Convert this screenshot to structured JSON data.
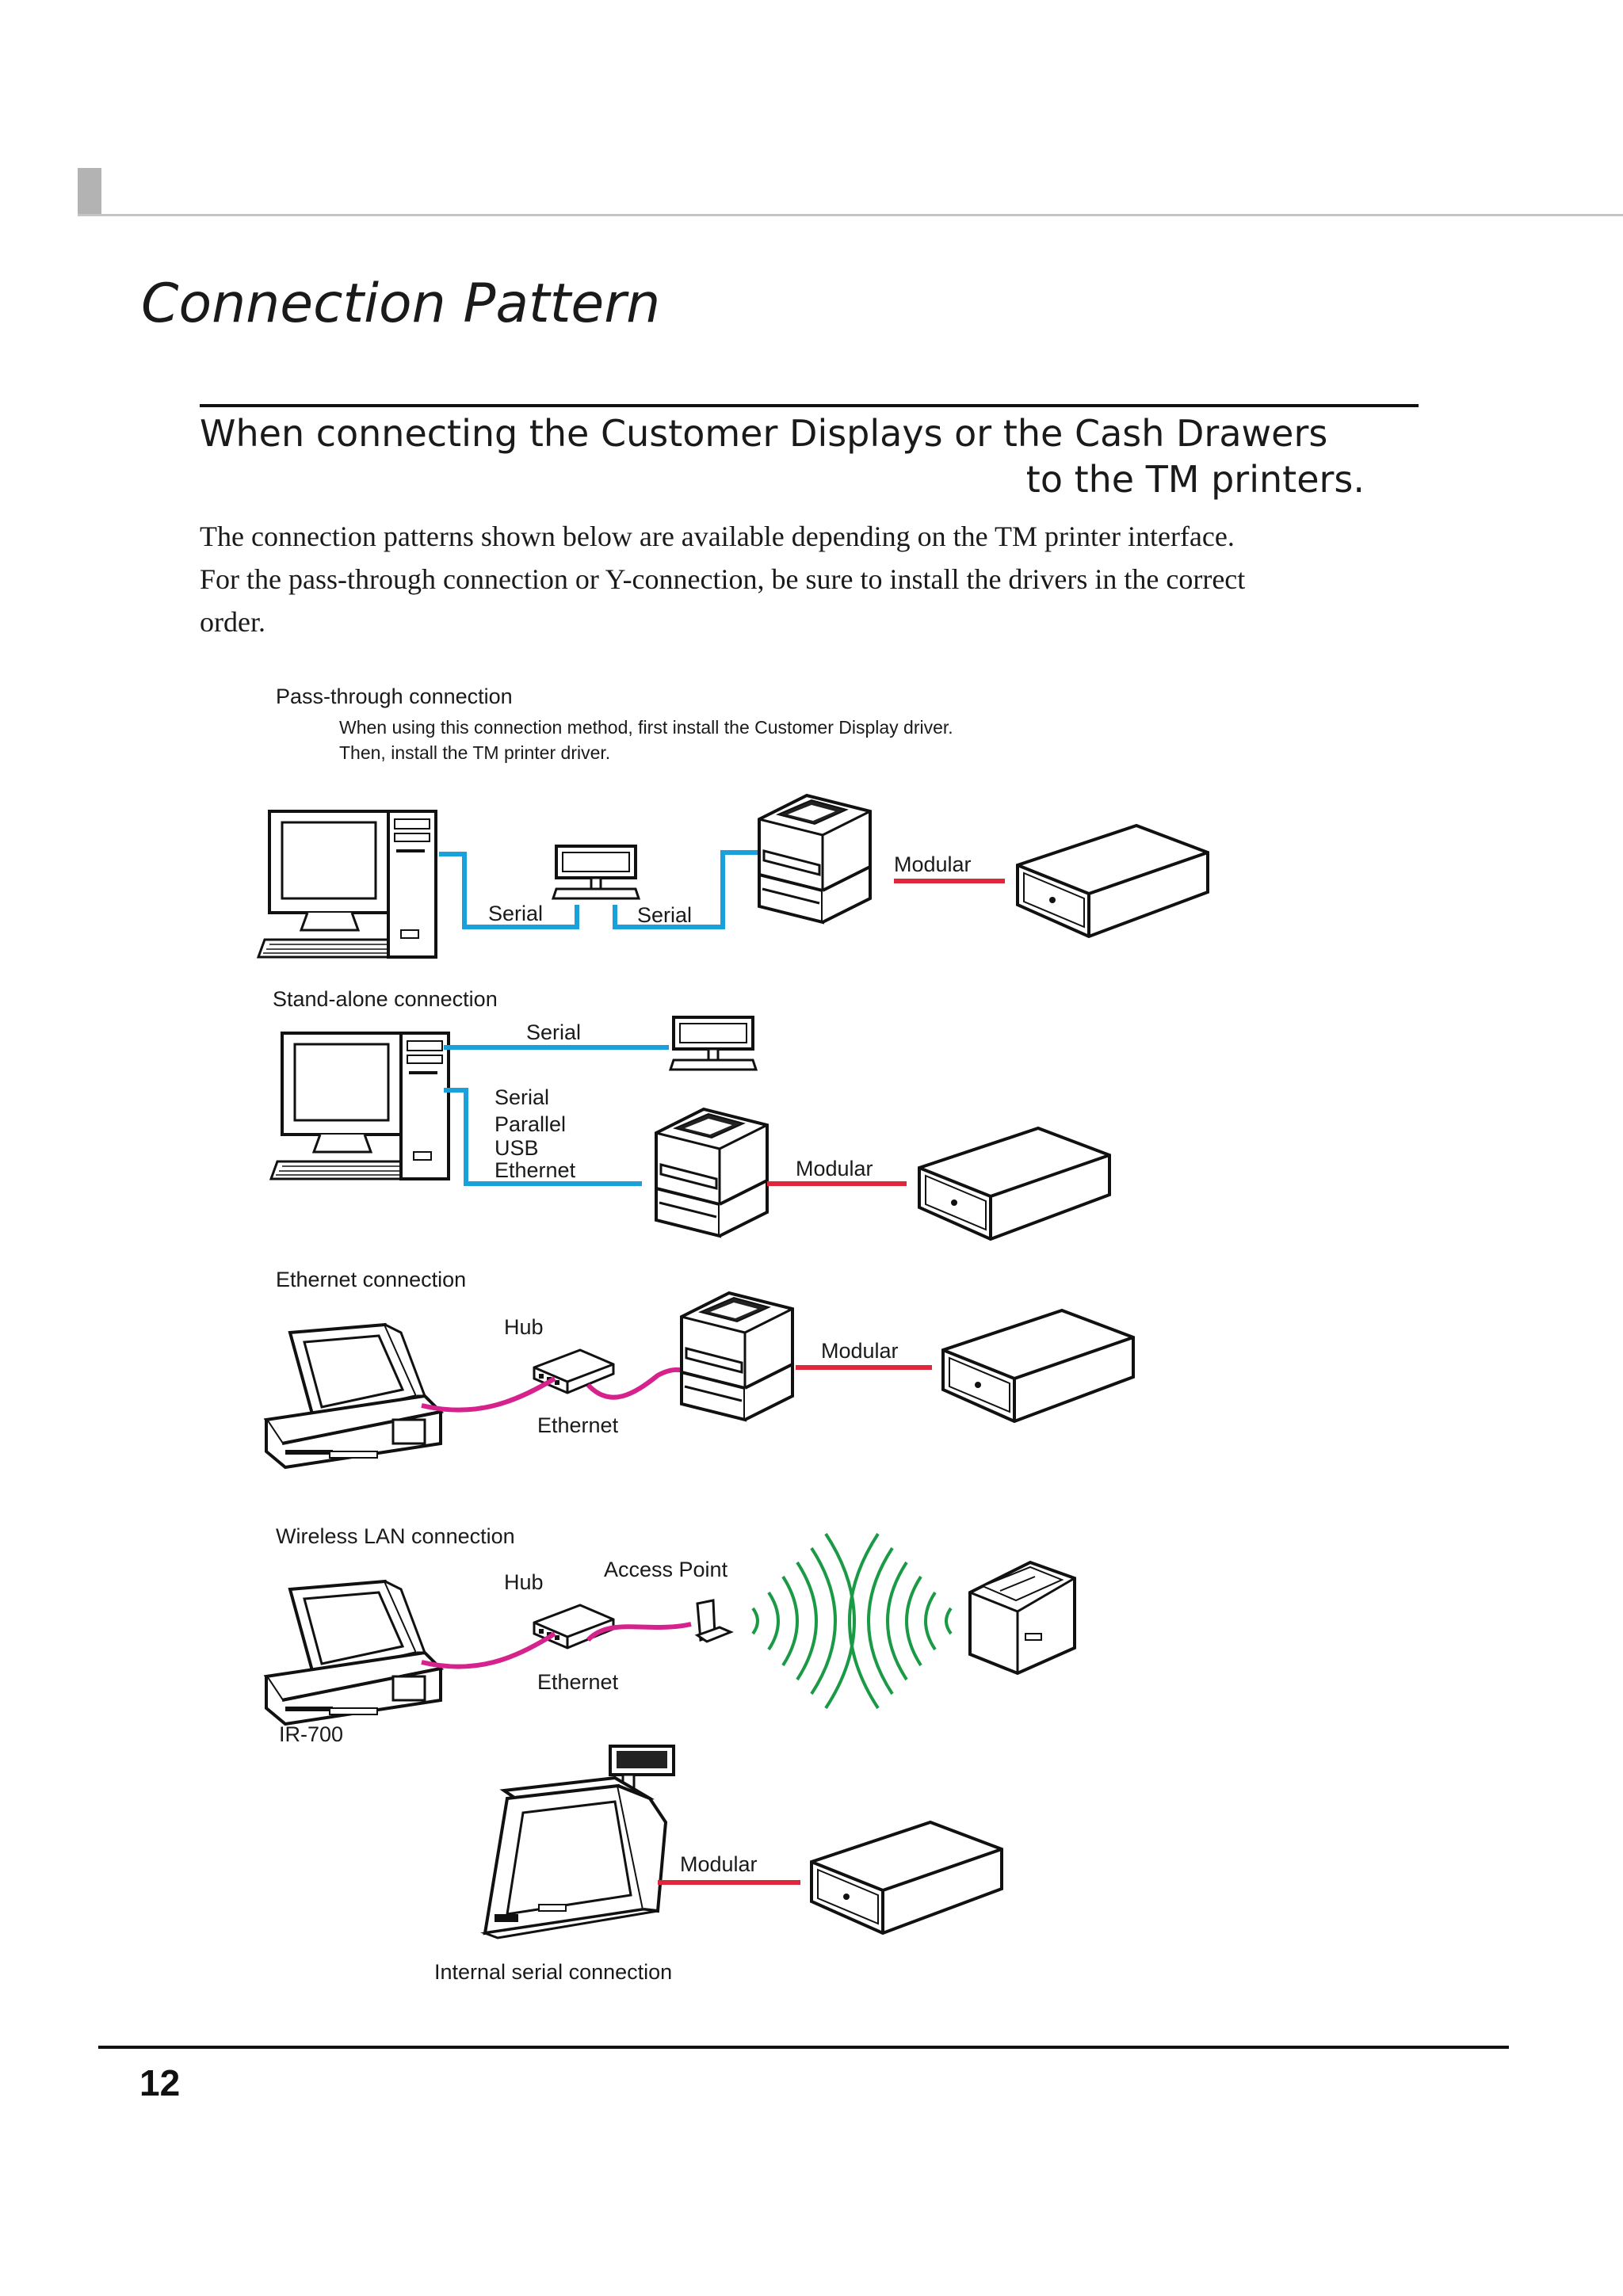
{
  "header": {
    "page_title": "Connection Pattern"
  },
  "section": {
    "title_line1": "When connecting the Customer Displays or the Cash Drawers",
    "title_line2": "to the TM printers.",
    "intro_line1": "The connection patterns shown below are available depending on the TM printer interface.",
    "intro_line2": "For the pass-through connection or Y-connection, be sure to install the drivers in the correct",
    "intro_line3": "order."
  },
  "diagrams": {
    "pass_through": {
      "title": "Pass-through connection",
      "note_line1": "When using this connection method, first install the Customer Display driver.",
      "note_line2": "Then, install the TM printer driver.",
      "label_serial_1": "Serial",
      "label_serial_2": "Serial",
      "label_modular": "Modular"
    },
    "stand_alone": {
      "title": "Stand-alone connection",
      "label_serial_top": "Serial",
      "interfaces": [
        "Serial",
        "Parallel",
        "USB",
        "Ethernet"
      ],
      "label_modular": "Modular"
    },
    "ethernet": {
      "title": "Ethernet connection",
      "label_hub": "Hub",
      "label_ethernet": "Ethernet",
      "label_modular": "Modular"
    },
    "wireless": {
      "title": "Wireless LAN connection",
      "label_hub": "Hub",
      "label_access_point": "Access Point",
      "label_ethernet": "Ethernet"
    },
    "ir700": {
      "title": "IR-700",
      "label_modular": "Modular",
      "caption": "Internal serial connection"
    }
  },
  "colors": {
    "serial_cable": "#1aa0db",
    "modular_cable": "#e0263a",
    "ethernet_cable": "#d6228c",
    "wireless": "#1a9a45"
  },
  "footer": {
    "page_number": "12"
  }
}
